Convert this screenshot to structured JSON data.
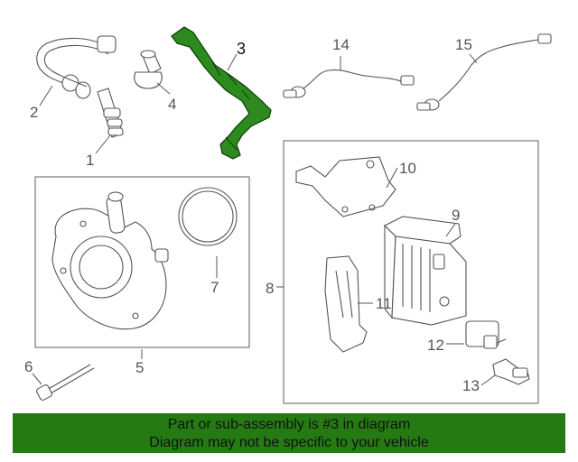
{
  "callouts": {
    "c1": "1",
    "c2": "2",
    "c3": "3",
    "c4": "4",
    "c5": "5",
    "c6": "6",
    "c7": "7",
    "c8": "8",
    "c9": "9",
    "c10": "10",
    "c11": "11",
    "c12": "12",
    "c13": "13",
    "c14": "14",
    "c15": "15"
  },
  "highlighted_part": "3",
  "banner": {
    "line1": "Part or sub-assembly is #3 in diagram",
    "line2": "Diagram may not be specific to your vehicle",
    "background": "#267a14"
  },
  "colors": {
    "highlight": "#2c8a1e",
    "lines": "#555555"
  }
}
